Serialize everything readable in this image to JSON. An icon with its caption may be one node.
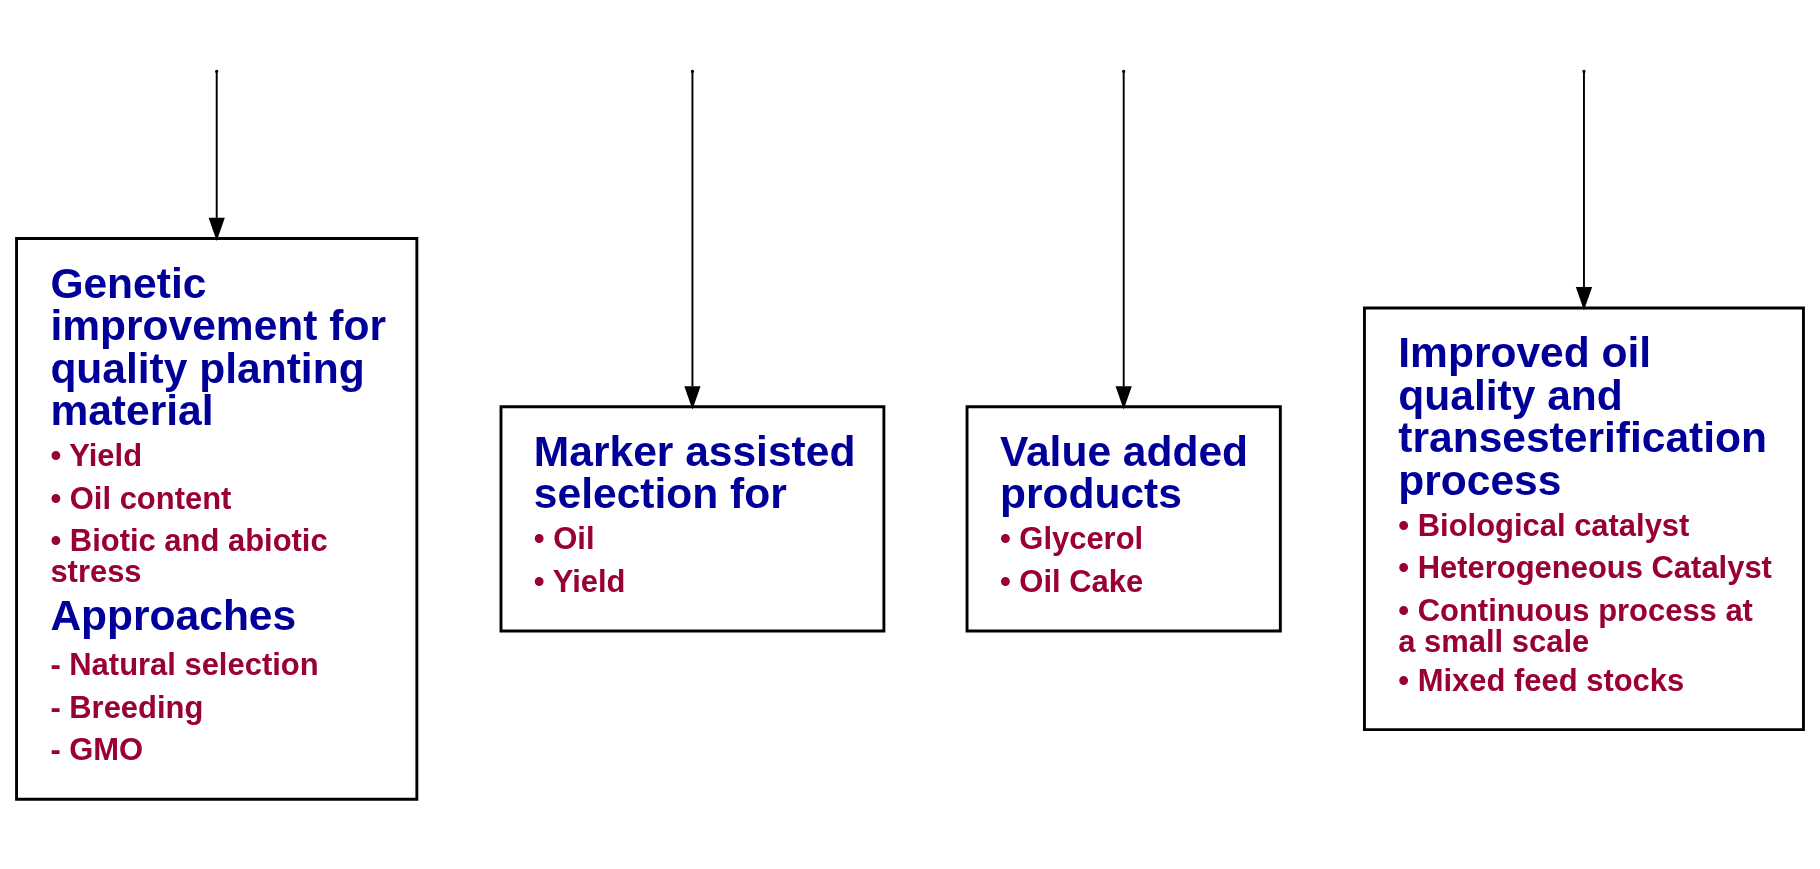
{
  "diagram": {
    "nodes": [
      {
        "text": [
          "Genetic improvement for quality planting material",
          "• Yield",
          "• Oil content",
          "• Biotic and abiotic stress",
          "Approaches",
          "- Natural selection",
          "- Breeding",
          "- GMO"
        ]
      },
      {
        "text": [
          "Marker assisted selection for",
          "• Oil",
          "• Yield"
        ]
      },
      {
        "text": [
          "Value added products",
          "• Glycerol",
          "• Oil Cake"
        ]
      },
      {
        "text": [
          "Improved oil quality and transesterification process",
          "• Biological catalyst",
          "• Heterogeneous Catalyst",
          "• Continuous process at a small scale",
          "• Mixed feed stocks"
        ]
      }
    ],
    "edges": [
      {
        "from": null,
        "to": 0,
        "arrow": "to"
      },
      {
        "from": null,
        "to": 1,
        "arrow": "to"
      },
      {
        "from": null,
        "to": 2,
        "arrow": "to"
      },
      {
        "from": null,
        "to": 3,
        "arrow": "to"
      }
    ]
  }
}
